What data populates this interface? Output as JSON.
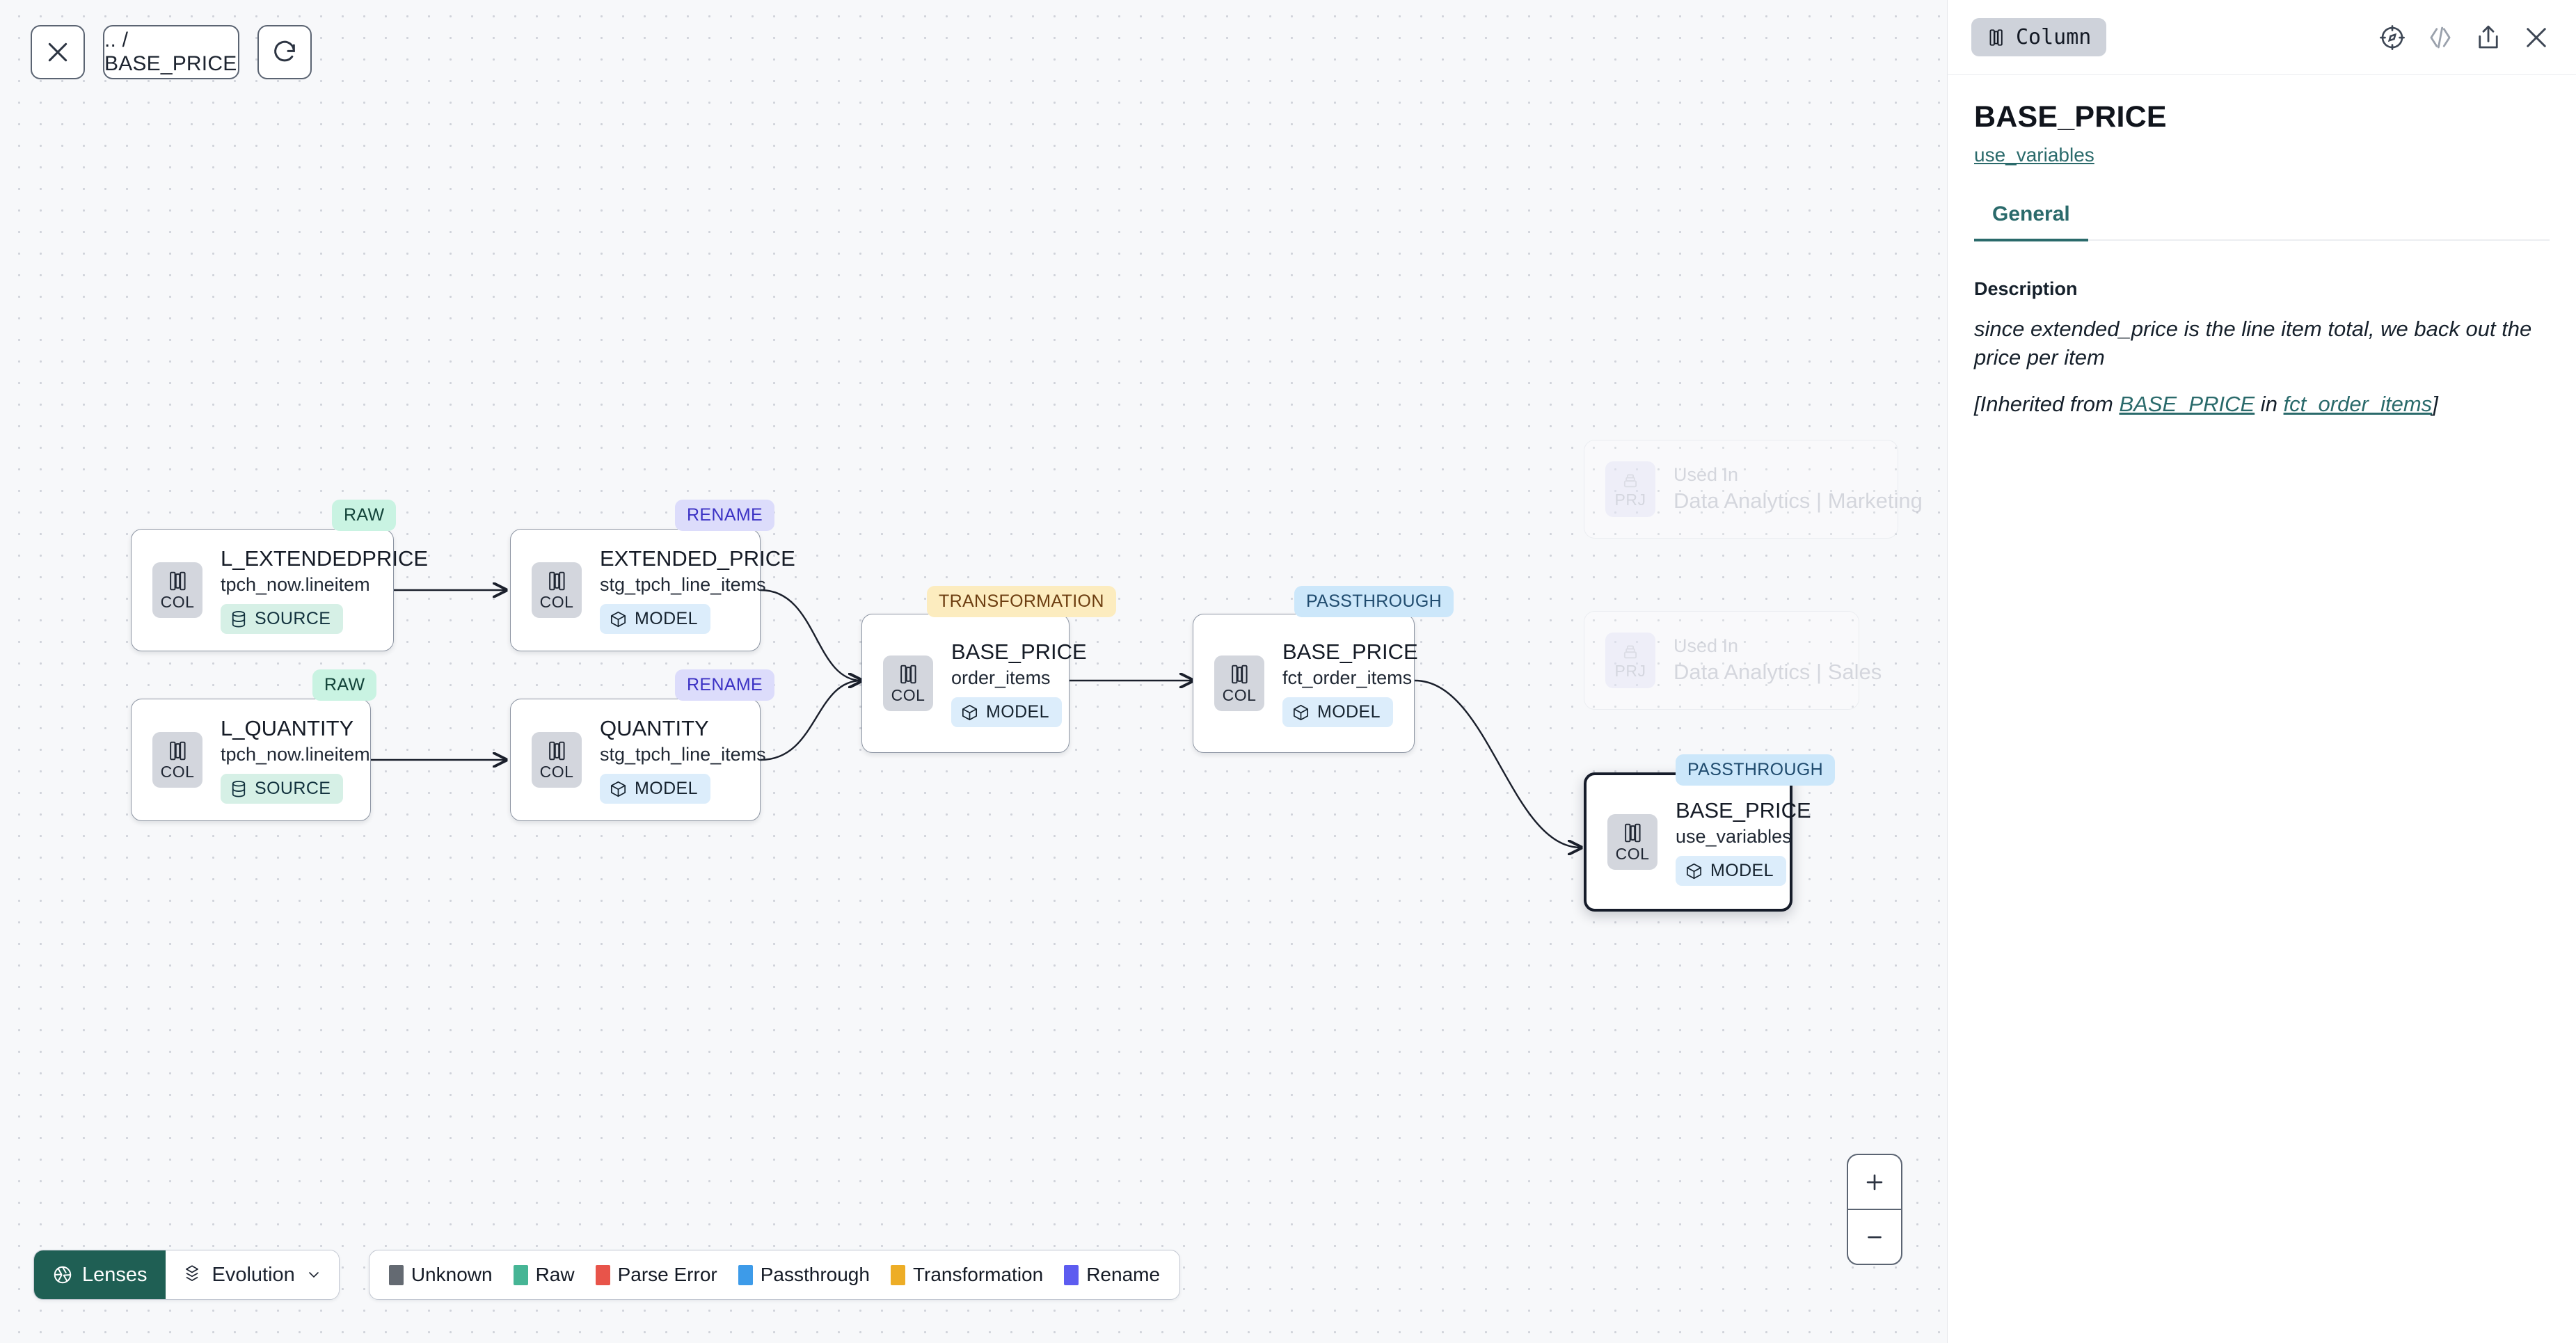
{
  "toolbar": {
    "close_icon": "close-icon",
    "breadcrumb": ".. / BASE_PRICE",
    "reload_icon": "reload-icon"
  },
  "canvas": {
    "nodes": [
      {
        "id": "l_extendedprice",
        "title": "L_EXTENDEDPRICE",
        "subtitle": "tpch_now.lineitem",
        "chip": "COL",
        "kind": "SOURCE",
        "tag": "RAW"
      },
      {
        "id": "l_quantity",
        "title": "L_QUANTITY",
        "subtitle": "tpch_now.lineitem",
        "chip": "COL",
        "kind": "SOURCE",
        "tag": "RAW"
      },
      {
        "id": "extended_price",
        "title": "EXTENDED_PRICE",
        "subtitle": "stg_tpch_line_items",
        "chip": "COL",
        "kind": "MODEL",
        "tag": "RENAME"
      },
      {
        "id": "quantity",
        "title": "QUANTITY",
        "subtitle": "stg_tpch_line_items",
        "chip": "COL",
        "kind": "MODEL",
        "tag": "RENAME"
      },
      {
        "id": "base_price_oi",
        "title": "BASE_PRICE",
        "subtitle": "order_items",
        "chip": "COL",
        "kind": "MODEL",
        "tag": "TRANSFORMATION"
      },
      {
        "id": "base_price_fct",
        "title": "BASE_PRICE",
        "subtitle": "fct_order_items",
        "chip": "COL",
        "kind": "MODEL",
        "tag": "PASSTHROUGH"
      },
      {
        "id": "base_price_uv",
        "title": "BASE_PRICE",
        "subtitle": "use_variables",
        "chip": "COL",
        "kind": "MODEL",
        "tag": "PASSTHROUGH"
      }
    ],
    "used_in": [
      {
        "id": "used_marketing",
        "chip": "PRJ",
        "label": "Used In",
        "value": "Data Analytics | Marketing"
      },
      {
        "id": "used_sales",
        "chip": "PRJ",
        "label": "Used In",
        "value": "Data Analytics | Sales"
      }
    ]
  },
  "bottombar": {
    "lenses_label": "Lenses",
    "evolution_label": "Evolution",
    "legend": [
      {
        "label": "Unknown",
        "color": "#646a72"
      },
      {
        "label": "Raw",
        "color": "#46b595"
      },
      {
        "label": "Parse Error",
        "color": "#e8544a"
      },
      {
        "label": "Passthrough",
        "color": "#3d9be9"
      },
      {
        "label": "Transformation",
        "color": "#edad26"
      },
      {
        "label": "Rename",
        "color": "#5d5cf0"
      }
    ]
  },
  "zoom_controls": {
    "zoom_in": "+",
    "zoom_out": "–"
  },
  "panel": {
    "type_chip": "Column",
    "icons": [
      "compass-icon",
      "code-icon",
      "share-icon",
      "close-icon"
    ],
    "title": "BASE_PRICE",
    "sublink": "use_variables",
    "tabs": [
      {
        "label": "General",
        "active": true
      }
    ],
    "description_label": "Description",
    "description_text": "since extended_price is the line item total, we back out the price per item",
    "inherited_prefix": "[Inherited from ",
    "inherited_link_1": "BASE_PRICE",
    "inherited_mid": " in ",
    "inherited_link_2": "fct_order_items",
    "inherited_suffix": "]"
  },
  "colors": {
    "accent_teal": "#2a6a6b",
    "lenses_bg": "#1f5f54",
    "canvas_bg": "#f7f8fa"
  }
}
